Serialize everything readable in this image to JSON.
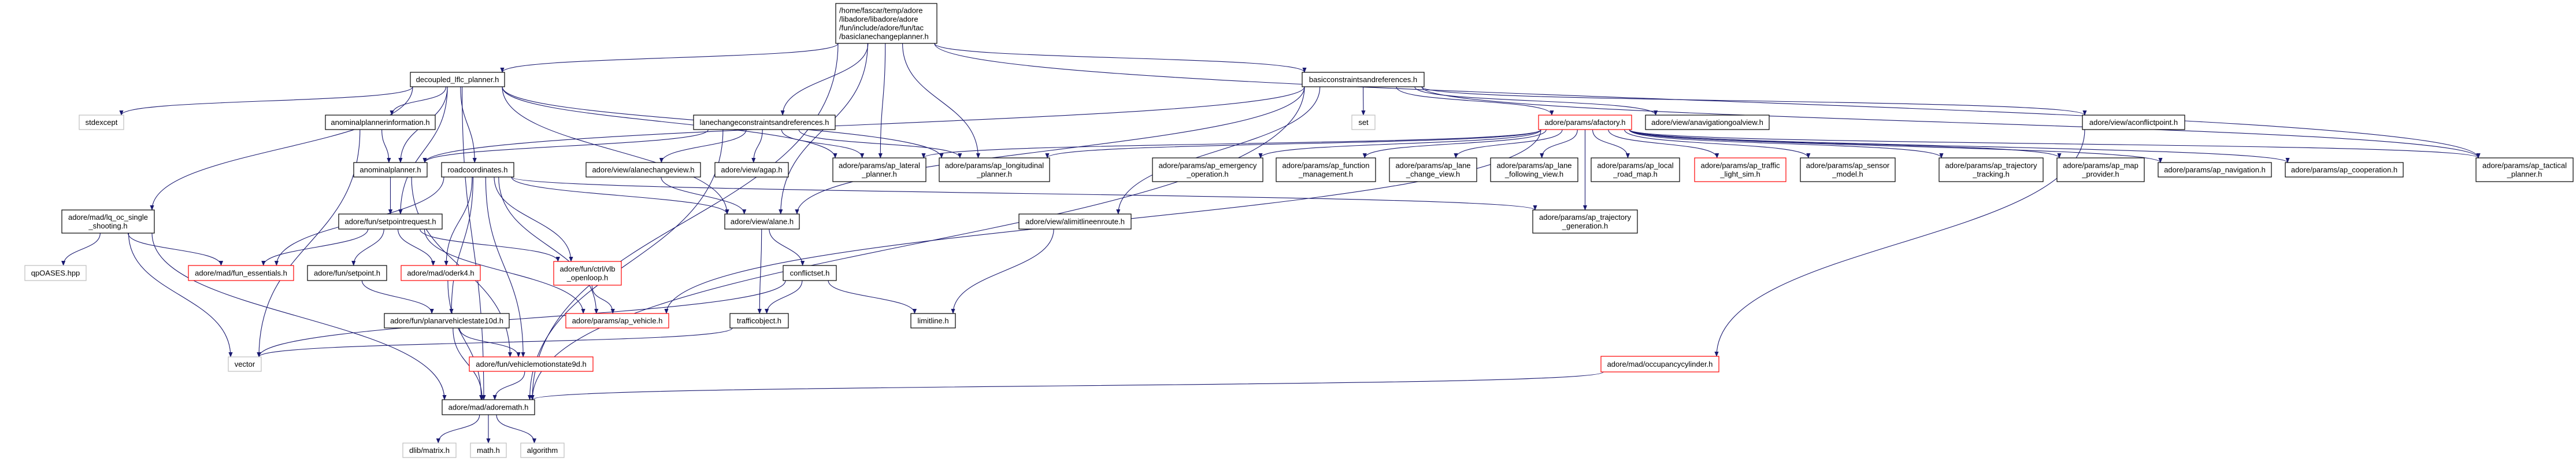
{
  "colors": {
    "edge": "#191970",
    "documented_border": "#000000",
    "undocumented_border": "#bfbfbf",
    "truncated_border": "#ff0000",
    "root_fill": "#bfbfbf"
  },
  "nodes": [
    {
      "id": "root",
      "label": [
        "/home/fascar/temp/adore",
        "/libadore/libadore/adore",
        "/fun/include/adore/fun/tac",
        "/basiclanechangeplanner.h"
      ],
      "style": "root"
    },
    {
      "id": "decoupled",
      "label": [
        "decoupled_lflc_planner.h"
      ],
      "style": "doc"
    },
    {
      "id": "stdexcept",
      "label": [
        "stdexcept"
      ],
      "style": "undoc"
    },
    {
      "id": "anpinfo",
      "label": [
        "anominalplannerinformation.h"
      ],
      "style": "doc"
    },
    {
      "id": "anp",
      "label": [
        "anominalplanner.h"
      ],
      "style": "doc"
    },
    {
      "id": "roadcoord",
      "label": [
        "roadcoordinates.h"
      ],
      "style": "doc"
    },
    {
      "id": "alcview",
      "label": [
        "adore/view/alanechangeview.h"
      ],
      "style": "doc"
    },
    {
      "id": "lqoc",
      "label": [
        "adore/mad/lq_oc_single",
        "_shooting.h"
      ],
      "style": "doc"
    },
    {
      "id": "spreq",
      "label": [
        "adore/fun/setpointrequest.h"
      ],
      "style": "doc"
    },
    {
      "id": "qpoases",
      "label": [
        "qpOASES.hpp"
      ],
      "style": "undoc"
    },
    {
      "id": "funess",
      "label": [
        "adore/mad/fun_essentials.h"
      ],
      "style": "trunc"
    },
    {
      "id": "setpoint",
      "label": [
        "adore/fun/setpoint.h"
      ],
      "style": "doc"
    },
    {
      "id": "oderk4",
      "label": [
        "adore/mad/oderk4.h"
      ],
      "style": "trunc"
    },
    {
      "id": "vlb",
      "label": [
        "adore/fun/ctrl/vlb",
        "_openloop.h"
      ],
      "style": "trunc"
    },
    {
      "id": "pvs10d",
      "label": [
        "adore/fun/planarvehiclestate10d.h"
      ],
      "style": "doc"
    },
    {
      "id": "apvehicle",
      "label": [
        "adore/params/ap_vehicle.h"
      ],
      "style": "trunc"
    },
    {
      "id": "vector",
      "label": [
        "vector"
      ],
      "style": "undoc"
    },
    {
      "id": "vms9d",
      "label": [
        "adore/fun/vehiclemotionstate9d.h"
      ],
      "style": "trunc"
    },
    {
      "id": "adoremath",
      "label": [
        "adore/mad/adoremath.h"
      ],
      "style": "doc"
    },
    {
      "id": "dlib",
      "label": [
        "dlib/matrix.h"
      ],
      "style": "undoc"
    },
    {
      "id": "math",
      "label": [
        "math.h"
      ],
      "style": "undoc"
    },
    {
      "id": "algorithm",
      "label": [
        "algorithm"
      ],
      "style": "undoc"
    },
    {
      "id": "lccr",
      "label": [
        "lanechangeconstraintsandreferences.h"
      ],
      "style": "doc"
    },
    {
      "id": "agap",
      "label": [
        "adore/view/agap.h"
      ],
      "style": "doc"
    },
    {
      "id": "aplat",
      "label": [
        "adore/params/ap_lateral",
        "_planner.h"
      ],
      "style": "doc"
    },
    {
      "id": "aplon",
      "label": [
        "adore/params/ap_longitudinal",
        "_planner.h"
      ],
      "style": "doc"
    },
    {
      "id": "apemerg",
      "label": [
        "adore/params/ap_emergency",
        "_operation.h"
      ],
      "style": "doc"
    },
    {
      "id": "alane",
      "label": [
        "adore/view/alane.h"
      ],
      "style": "doc"
    },
    {
      "id": "alimit",
      "label": [
        "adore/view/alimitlineenroute.h"
      ],
      "style": "doc"
    },
    {
      "id": "conflictset",
      "label": [
        "conflictset.h"
      ],
      "style": "doc"
    },
    {
      "id": "trafficobj",
      "label": [
        "trafficobject.h"
      ],
      "style": "doc"
    },
    {
      "id": "limitline",
      "label": [
        "limitline.h"
      ],
      "style": "doc"
    },
    {
      "id": "bccr",
      "label": [
        "basicconstraintsandreferences.h"
      ],
      "style": "doc"
    },
    {
      "id": "set",
      "label": [
        "set"
      ],
      "style": "undoc"
    },
    {
      "id": "afactory",
      "label": [
        "adore/params/afactory.h"
      ],
      "style": "trunc"
    },
    {
      "id": "anavgoal",
      "label": [
        "adore/view/anavigationgoalview.h"
      ],
      "style": "doc"
    },
    {
      "id": "apfunc",
      "label": [
        "adore/params/ap_function",
        "_management.h"
      ],
      "style": "doc"
    },
    {
      "id": "aplcv",
      "label": [
        "adore/params/ap_lane",
        "_change_view.h"
      ],
      "style": "doc"
    },
    {
      "id": "aplfv",
      "label": [
        "adore/params/ap_lane",
        "_following_view.h"
      ],
      "style": "doc"
    },
    {
      "id": "aplrm",
      "label": [
        "adore/params/ap_local",
        "_road_map.h"
      ],
      "style": "doc"
    },
    {
      "id": "aptls",
      "label": [
        "adore/params/ap_traffic",
        "_light_sim.h"
      ],
      "style": "trunc"
    },
    {
      "id": "apsensor",
      "label": [
        "adore/params/ap_sensor",
        "_model.h"
      ],
      "style": "doc"
    },
    {
      "id": "aptrajgen",
      "label": [
        "adore/params/ap_trajectory",
        "_generation.h"
      ],
      "style": "doc"
    },
    {
      "id": "aconflict",
      "label": [
        "adore/view/aconflictpoint.h"
      ],
      "style": "doc"
    },
    {
      "id": "aptrajtrack",
      "label": [
        "adore/params/ap_trajectory",
        "_tracking.h"
      ],
      "style": "doc"
    },
    {
      "id": "apmap",
      "label": [
        "adore/params/ap_map",
        "_provider.h"
      ],
      "style": "doc"
    },
    {
      "id": "apnav",
      "label": [
        "adore/params/ap_navigation.h"
      ],
      "style": "doc"
    },
    {
      "id": "apcoop",
      "label": [
        "adore/params/ap_cooperation.h"
      ],
      "style": "doc"
    },
    {
      "id": "aptact",
      "label": [
        "adore/params/ap_tactical",
        "_planner.h"
      ],
      "style": "doc"
    },
    {
      "id": "occyl",
      "label": [
        "adore/mad/occupancycylinder.h"
      ],
      "style": "trunc"
    }
  ],
  "edges": [
    [
      "root",
      "decoupled"
    ],
    [
      "root",
      "lccr"
    ],
    [
      "root",
      "aplat"
    ],
    [
      "root",
      "aplon"
    ],
    [
      "root",
      "bccr"
    ],
    [
      "root",
      "aptact"
    ],
    [
      "root",
      "alane"
    ],
    [
      "root",
      "adoremath"
    ],
    [
      "decoupled",
      "stdexcept"
    ],
    [
      "decoupled",
      "anpinfo"
    ],
    [
      "decoupled",
      "anp"
    ],
    [
      "decoupled",
      "roadcoord"
    ],
    [
      "decoupled",
      "spreq"
    ],
    [
      "decoupled",
      "lqoc"
    ],
    [
      "decoupled",
      "adoremath"
    ],
    [
      "decoupled",
      "aplat"
    ],
    [
      "decoupled",
      "aplon"
    ],
    [
      "decoupled",
      "alane"
    ],
    [
      "anpinfo",
      "anp"
    ],
    [
      "anpinfo",
      "vector"
    ],
    [
      "anp",
      "spreq"
    ],
    [
      "anp",
      "vms9d"
    ],
    [
      "roadcoord",
      "funess"
    ],
    [
      "roadcoord",
      "oderk4"
    ],
    [
      "roadcoord",
      "vlb"
    ],
    [
      "roadcoord",
      "apvehicle"
    ],
    [
      "roadcoord",
      "alane"
    ],
    [
      "roadcoord",
      "aptrajgen"
    ],
    [
      "roadcoord",
      "pvs10d"
    ],
    [
      "roadcoord",
      "vms9d"
    ],
    [
      "spreq",
      "funess"
    ],
    [
      "spreq",
      "setpoint"
    ],
    [
      "spreq",
      "oderk4"
    ],
    [
      "spreq",
      "vlb"
    ],
    [
      "spreq",
      "apvehicle"
    ],
    [
      "lqoc",
      "qpoases"
    ],
    [
      "lqoc",
      "funess"
    ],
    [
      "lqoc",
      "vector"
    ],
    [
      "lqoc",
      "adoremath"
    ],
    [
      "setpoint",
      "pvs10d"
    ],
    [
      "oderk4",
      "adoremath"
    ],
    [
      "vlb",
      "apvehicle"
    ],
    [
      "pvs10d",
      "adoremath"
    ],
    [
      "pvs10d",
      "vms9d"
    ],
    [
      "vms9d",
      "adoremath"
    ],
    [
      "adoremath",
      "dlib"
    ],
    [
      "adoremath",
      "math"
    ],
    [
      "adoremath",
      "algorithm"
    ],
    [
      "lccr",
      "alcview"
    ],
    [
      "lccr",
      "agap"
    ],
    [
      "lccr",
      "aplat"
    ],
    [
      "lccr",
      "aplon"
    ],
    [
      "lccr",
      "anp"
    ],
    [
      "lccr",
      "adoremath"
    ],
    [
      "alcview",
      "alane"
    ],
    [
      "alane",
      "conflictset"
    ],
    [
      "alane",
      "trafficobj"
    ],
    [
      "conflictset",
      "trafficobj"
    ],
    [
      "conflictset",
      "limitline"
    ],
    [
      "conflictset",
      "vector"
    ],
    [
      "trafficobj",
      "vector"
    ],
    [
      "alimit",
      "limitline"
    ],
    [
      "bccr",
      "set"
    ],
    [
      "bccr",
      "afactory"
    ],
    [
      "bccr",
      "anavgoal"
    ],
    [
      "bccr",
      "aconflict"
    ],
    [
      "bccr",
      "aptact"
    ],
    [
      "bccr",
      "alane"
    ],
    [
      "bccr",
      "alimit"
    ],
    [
      "bccr",
      "anp"
    ],
    [
      "bccr",
      "adoremath"
    ],
    [
      "afactory",
      "aplat"
    ],
    [
      "afactory",
      "aplon"
    ],
    [
      "afactory",
      "apemerg"
    ],
    [
      "afactory",
      "apfunc"
    ],
    [
      "afactory",
      "aplcv"
    ],
    [
      "afactory",
      "aplfv"
    ],
    [
      "afactory",
      "aplrm"
    ],
    [
      "afactory",
      "aptls"
    ],
    [
      "afactory",
      "apsensor"
    ],
    [
      "afactory",
      "aptrajtrack"
    ],
    [
      "afactory",
      "apmap"
    ],
    [
      "afactory",
      "apnav"
    ],
    [
      "afactory",
      "apcoop"
    ],
    [
      "afactory",
      "aptact"
    ],
    [
      "afactory",
      "aptrajgen"
    ],
    [
      "afactory",
      "apvehicle"
    ],
    [
      "aconflict",
      "occyl"
    ],
    [
      "occyl",
      "adoremath"
    ]
  ]
}
